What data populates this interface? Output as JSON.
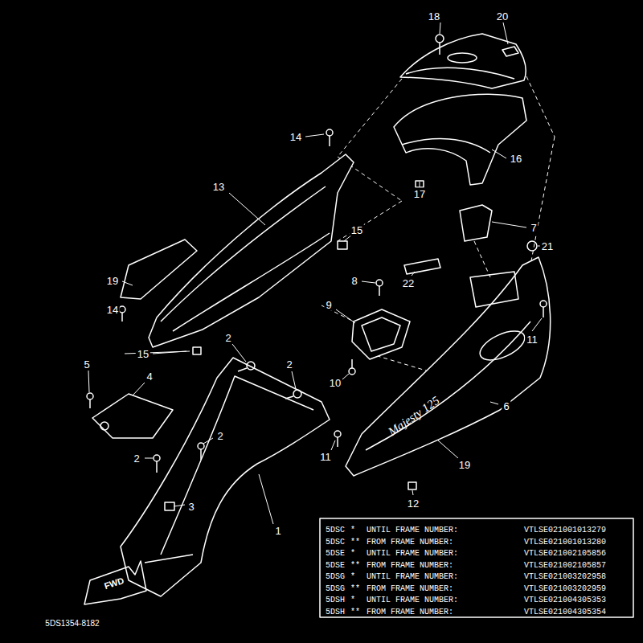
{
  "diagram": {
    "labels": [
      "18",
      "20",
      "14",
      "16",
      "13",
      "17",
      "7",
      "15",
      "21",
      "22",
      "19",
      "8",
      "9",
      "14",
      "11",
      "15",
      "2",
      "2",
      "10",
      "5",
      "4",
      "6",
      "11",
      "2",
      "2",
      "19",
      "3",
      "12",
      "1",
      "Majesty 125",
      "FWD",
      "5DS1354-8182",
      "5DSC",
      "*",
      "UNTIL FRAME NUMBER:",
      "VTLSE021001013279",
      "5DSC",
      "**",
      "FROM FRAME NUMBER:",
      "VTLSE021001013280",
      "5DSE",
      "*",
      "UNTIL FRAME NUMBER:",
      "VTLSE021002105856",
      "5DSE",
      "**",
      "FROM FRAME NUMBER:",
      "VTLSE021002105857",
      "5DSG",
      "*",
      "UNTIL FRAME NUMBER:",
      "VTLSE021003202958",
      "5DSG",
      "**",
      "FROM FRAME NUMBER:",
      "VTLSE021003202959",
      "5DSH",
      "*",
      "UNTIL FRAME NUMBER:",
      "VTLSE021004305353",
      "5DSH",
      "**",
      "FROM FRAME NUMBER:",
      "VTLSE021004305354"
    ]
  }
}
